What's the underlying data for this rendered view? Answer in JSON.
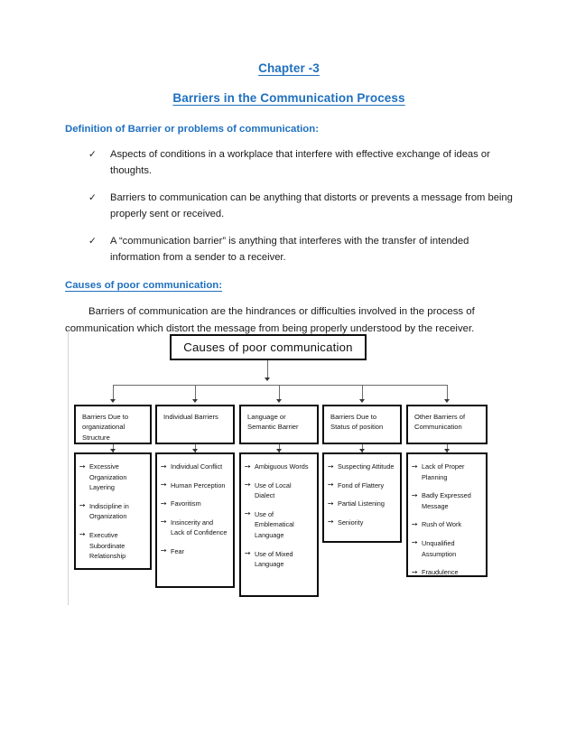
{
  "document": {
    "title_1": "Chapter -3",
    "title_2": "Barriers in the Communication Process",
    "heading_definition": "Definition of Barrier or problems of communication:",
    "definition_bullets": [
      "Aspects of conditions in a workplace that interfere with effective exchange of ideas or thoughts.",
      "Barriers to communication can be anything that distorts or prevents a message from being properly sent or received.",
      "A “communication barrier” is anything that interferes with the transfer of intended information from a sender to a receiver."
    ],
    "bullet_glyph": "✓",
    "heading_causes": "Causes of poor communication:",
    "causes_paragraph": "Barriers of communication are the hindrances or difficulties involved in the process of communication which distort the message from being properly understood by the receiver.",
    "heading_color": "#1f70bf"
  },
  "diagram": {
    "root_label": "Causes of poor communication",
    "item_arrow_glyph": "➙",
    "columns": [
      {
        "category": "Barriers Due to organizational Structure",
        "items": [
          "Excessive Organization Layering",
          "Indiscipline in Organization",
          "Executive Subordinate Relationship"
        ]
      },
      {
        "category": "Individual Barriers",
        "items": [
          "Individual Conflict",
          "Human Perception",
          "Favoritism",
          "Insincerity and Lack of Confidence",
          "Fear"
        ]
      },
      {
        "category": "Language or Semantic Barrier",
        "items": [
          "Ambiguous Words",
          "Use of Local Dialect",
          "Use of Emblematical Language",
          "Use of Mixed Language"
        ]
      },
      {
        "category": "Barriers Due to Status of position",
        "items": [
          "Suspecting Attitude",
          "Fond of Flattery",
          "Partial Listening",
          "Seniority"
        ]
      },
      {
        "category": "Other Barriers of Communication",
        "items": [
          "Lack of Proper Planning",
          "Badly Expressed Message",
          "Rush of Work",
          "Unqualified Assumption",
          "Fraudulence"
        ]
      }
    ]
  }
}
